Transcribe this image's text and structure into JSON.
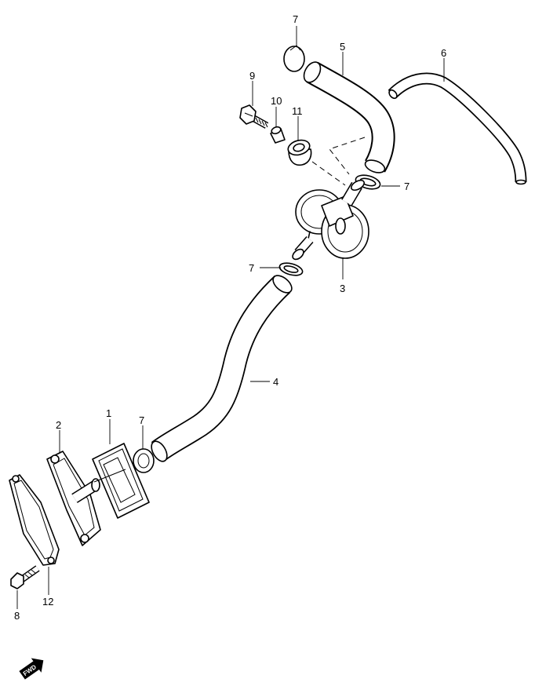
{
  "callouts": {
    "c1": "1",
    "c2": "2",
    "c3": "3",
    "c4": "4",
    "c5": "5",
    "c6": "6",
    "c7_top": "7",
    "c7_right": "7",
    "c7_mid": "7",
    "c7_low": "7",
    "c8": "8",
    "c9": "9",
    "c10": "10",
    "c11": "11",
    "c12": "12"
  },
  "fwd_indicator": {
    "label": "FWD",
    "icon": "forward-arrow-icon"
  }
}
